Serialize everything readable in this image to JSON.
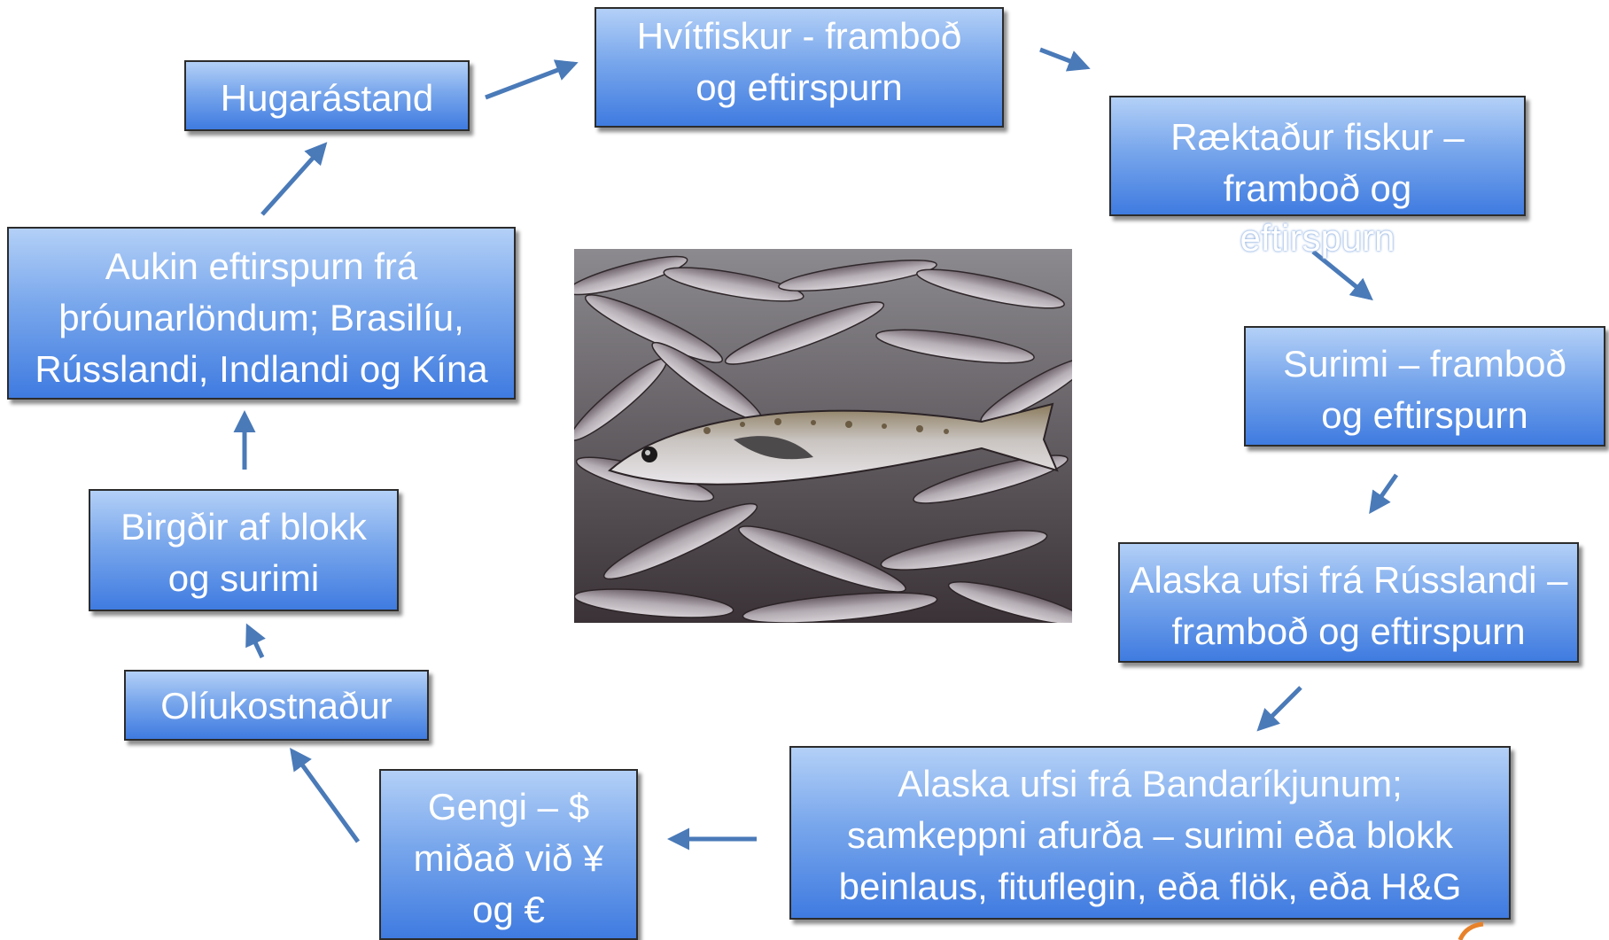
{
  "boxes": {
    "hugarastand": "Hugarástand",
    "hvitfiskur": "Hvítfiskur - framboð og eftirspurn",
    "raektadur_main": "Ræktaður fiskur – framboð og",
    "raektadur_overflow": "eftirspurn",
    "surimi": "Surimi – framboð og eftirspurn",
    "alaska_russland": "Alaska ufsi frá Rússlandi – framboð og eftirspurn",
    "alaska_usa": "Alaska ufsi frá Bandaríkjunum; samkeppni afurða – surimi eða blokk beinlaus, fituflegin, eða flök, eða H&G",
    "gengi": "Gengi – $ miðað við ¥ og €",
    "oliukostnadur": "Olíukostnaður",
    "birgdir": "Birgðir af blokk og surimi",
    "aukin": "Aukin eftirspurn frá þróunarlöndum; Brasilíu, Rússlandi, Indlandi og Kína"
  },
  "image": {
    "subject": "fish-pile-photo"
  },
  "colors": {
    "box_top": "#b3d0f7",
    "box_bottom": "#3f7be0",
    "arrow": "#4a7ab8",
    "corner_mark": "#e8822a"
  }
}
